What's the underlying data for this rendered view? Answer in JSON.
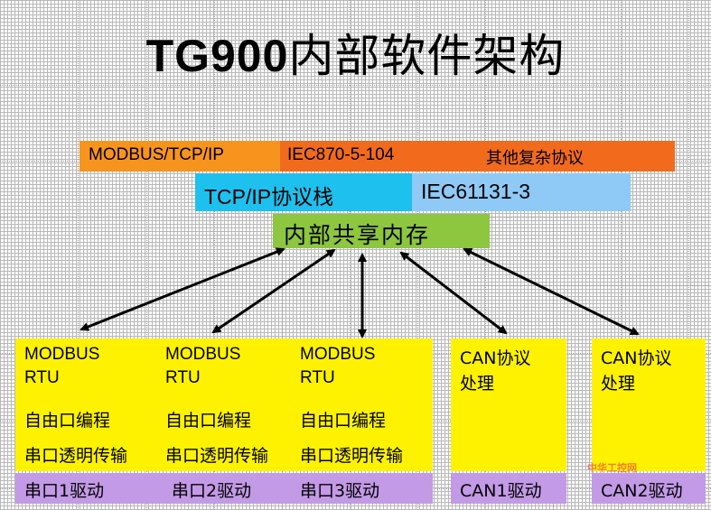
{
  "title": {
    "latin": "TG900",
    "cjk": "内部软件架构"
  },
  "protocols": {
    "modbus_tcp": "MODBUS/TCP/IP",
    "iec104": "IEC870-5-104",
    "other": "其他复杂协议"
  },
  "stack": {
    "tcpip": "TCP/IP协议栈",
    "iec61131": "IEC61131-3"
  },
  "shared_memory": "内部共享内存",
  "modules": [
    {
      "line1": "MODBUS",
      "line2": "RTU",
      "line3": "自由口编程",
      "line4": "串口透明传输",
      "driver": "串口1驱动"
    },
    {
      "line1": "MODBUS",
      "line2": "RTU",
      "line3": "自由口编程",
      "line4": "串口透明传输",
      "driver": "串口2驱动"
    },
    {
      "line1": "MODBUS",
      "line2": "RTU",
      "line3": "自由口编程",
      "line4": "串口透明传输",
      "driver": "串口3驱动"
    },
    {
      "line1": "CAN协议",
      "line2": "处理",
      "driver": "CAN1驱动"
    },
    {
      "line1": "CAN协议",
      "line2": "处理",
      "driver": "CAN2驱动"
    }
  ],
  "watermark": "中华工控网",
  "colors": {
    "orange_light": "#f7941d",
    "orange": "#f26b1d",
    "cyan": "#1ec0ee",
    "light_blue": "#8fc9f5",
    "green": "#8dc63f",
    "yellow": "#fff200",
    "purple": "#c39ae6"
  }
}
